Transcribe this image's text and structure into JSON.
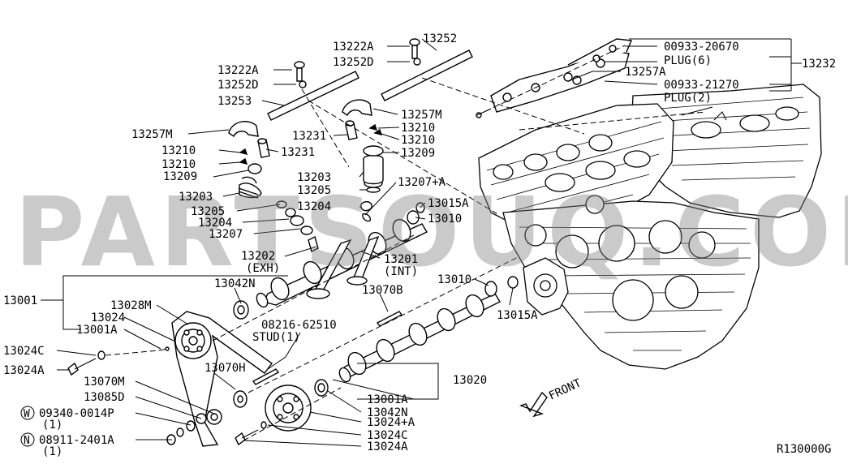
{
  "watermark": "PARTSOUQ.COM",
  "diagram_code": "R130000G",
  "front_label": "FRONT",
  "labels": {
    "p13222A_top": "13222A",
    "p13252_top": "13252",
    "p13252D_top": "13252D",
    "p13222A_left": "13222A",
    "p13252D_left": "13252D",
    "p13253": "13253",
    "p13257M_right": "13257M",
    "p13231_mid": "13231",
    "p13210_mid1": "13210",
    "p13210_mid2": "13210",
    "p13209_mid": "13209",
    "p13257M_left": "13257M",
    "p13210_left1": "13210",
    "p13210_left2": "13210",
    "p13231_left": "13231",
    "p13209_left": "13209",
    "p13203_mid": "13203",
    "p13205_mid": "13205",
    "p13207A": "13207+A",
    "p13015A_top": "13015A",
    "p13204_mid": "13204",
    "p13010_top": "13010",
    "p13203_left": "13203",
    "p13205_left": "13205",
    "p13204_left": "13204",
    "p13207_left": "13207",
    "p13202": "13202",
    "exh": "(EXH)",
    "p13201": "13201",
    "int": "(INT)",
    "p13042N_top": "13042N",
    "p13010_mid": "13010",
    "p13015A_mid": "13015A",
    "p13001": "13001",
    "p13070B": "13070B",
    "p13028M": "13028M",
    "p13024": "13024",
    "p13001A_left": "13001A",
    "stud_pn": "08216-62510",
    "stud_desc": "STUD(1)",
    "p13024C_left": "13024C",
    "p13024A_left": "13024A",
    "p13070H": "13070H",
    "p13070M": "13070M",
    "p13085D": "13085D",
    "w_symbol": "W",
    "w_pn": "09340-0014P",
    "w_qty": "(1)",
    "n_symbol": "N",
    "n_pn": "08911-2401A",
    "n_qty": "(1)",
    "p13020": "13020",
    "p13001A_bottom": "13001A",
    "p13042N_bottom": "13042N",
    "p13024A_plus": "13024+A",
    "p13024C_bottom": "13024C",
    "p13024A_bottom": "13024A",
    "plug1_pn": "00933-20670",
    "plug1_desc": "PLUG(6)",
    "p13257A": "13257A",
    "plug2_pn": "00933-21270",
    "plug2_desc": "PLUG(2)",
    "p13232": "13232"
  }
}
